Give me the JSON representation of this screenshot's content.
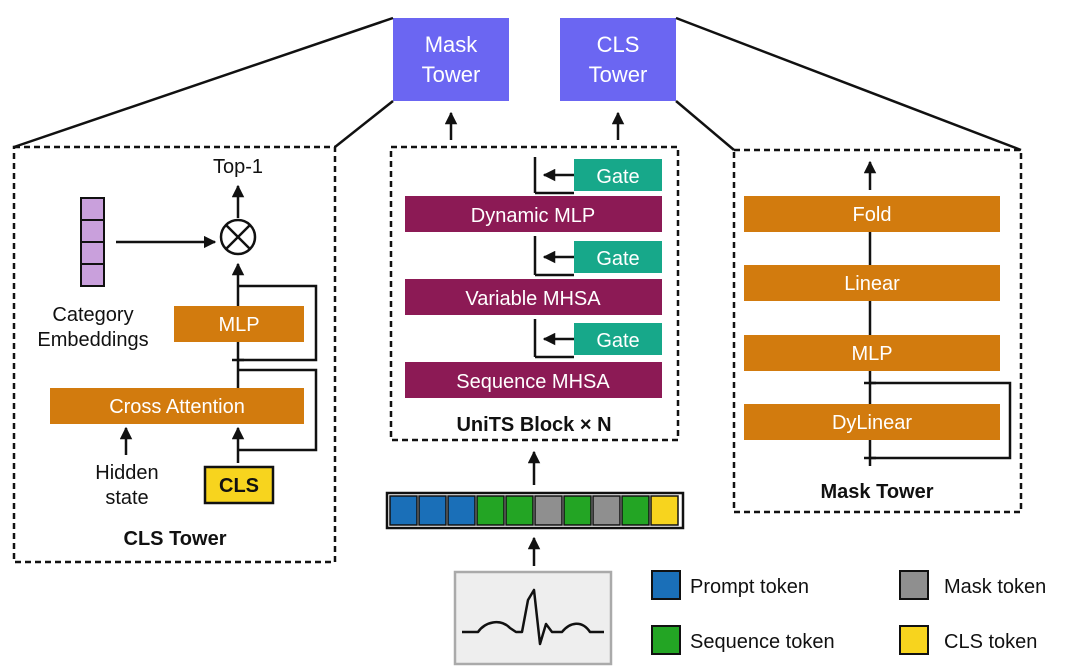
{
  "top": {
    "mask_tower_line1": "Mask",
    "mask_tower_line2": "Tower",
    "cls_tower_line1": "CLS",
    "cls_tower_line2": "Tower"
  },
  "cls_panel": {
    "top1": "Top-1",
    "category_line1": "Category",
    "category_line2": "Embeddings",
    "mlp": "MLP",
    "cross_attention": "Cross Attention",
    "hidden_line1": "Hidden",
    "hidden_line2": "state",
    "cls_token": "CLS",
    "title": "CLS Tower"
  },
  "units_block": {
    "gate": "Gate",
    "dynamic_mlp": "Dynamic MLP",
    "variable_mhsa": "Variable MHSA",
    "sequence_mhsa": "Sequence MHSA",
    "title": "UniTS Block × N"
  },
  "mask_panel": {
    "fold": "Fold",
    "linear": "Linear",
    "mlp": "MLP",
    "dylinear": "DyLinear",
    "title": "Mask Tower"
  },
  "token_sequence": [
    "prompt",
    "prompt",
    "prompt",
    "sequence",
    "sequence",
    "mask",
    "sequence",
    "mask",
    "sequence",
    "cls"
  ],
  "legend": {
    "prompt": "Prompt token",
    "mask": "Mask token",
    "sequence": "Sequence token",
    "cls": "CLS token"
  },
  "colors": {
    "tower": "#6b66f2",
    "orange": "#d27b0e",
    "maroon": "#8c1a55",
    "gate": "#17a88a",
    "prompt": "#1a6fb8",
    "sequence": "#23a524",
    "mask": "#8f8f8f",
    "cls": "#f7d41e",
    "embedding": "#c9a0dc"
  }
}
